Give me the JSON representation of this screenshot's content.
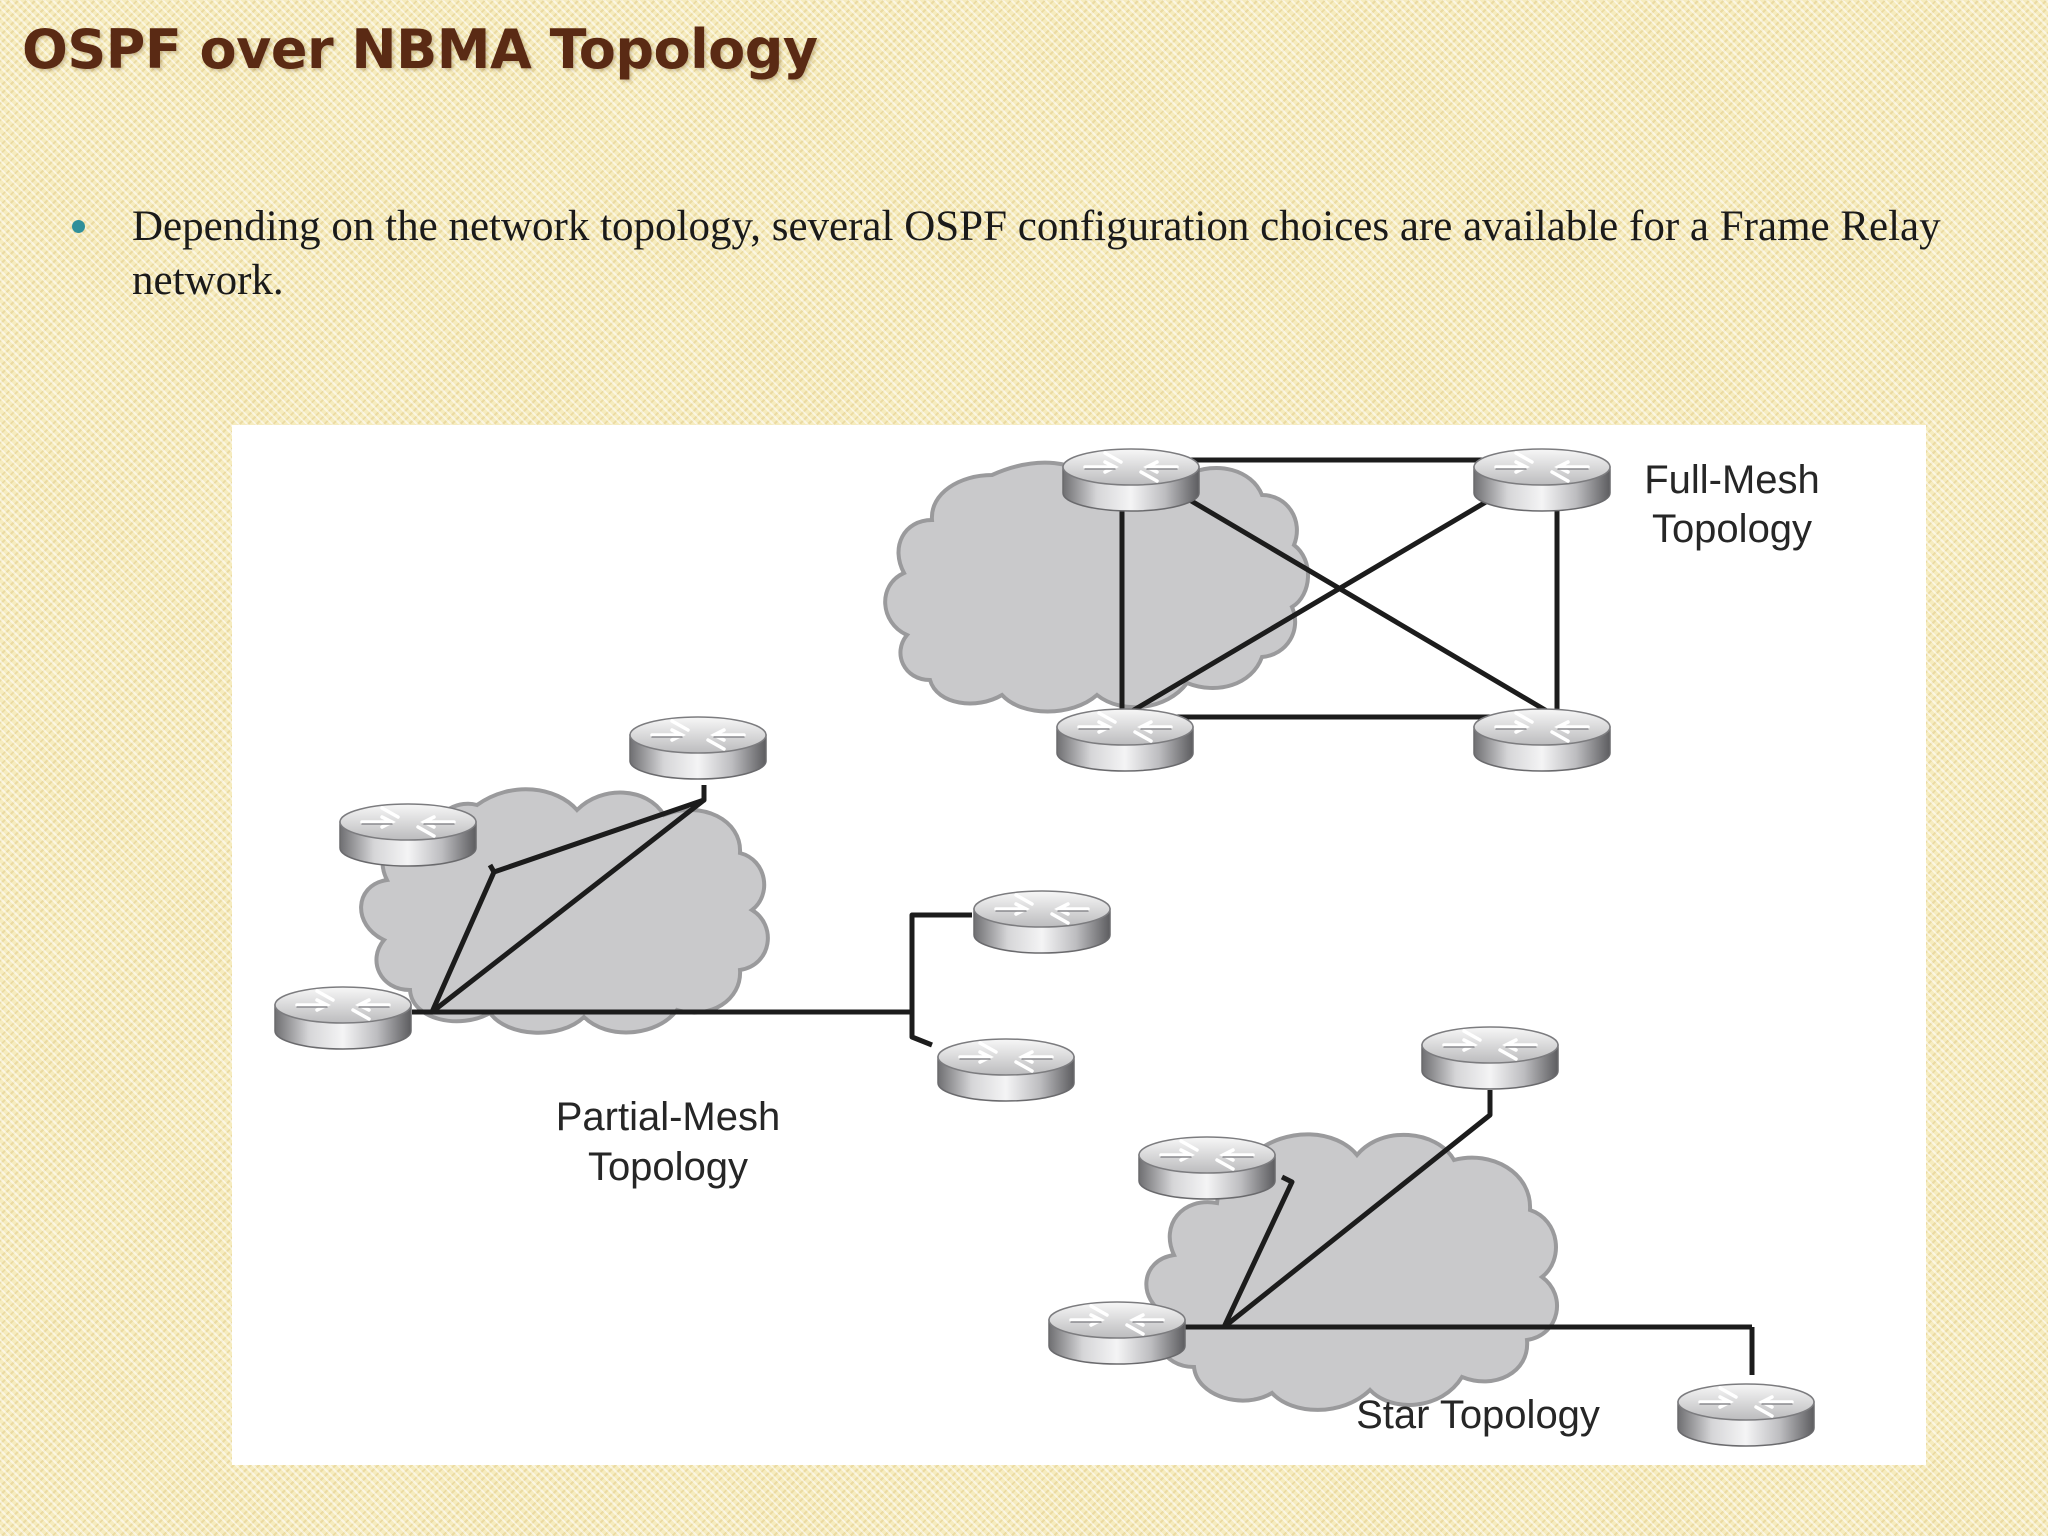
{
  "slide": {
    "title": "OSPF over NBMA Topology",
    "bullet": "Depending on the network topology, several OSPF configuration choices are available for a Frame Relay network."
  },
  "diagram": {
    "full_mesh": {
      "label_line1": "Full-Mesh",
      "label_line2": "Topology"
    },
    "partial_mesh": {
      "label_line1": "Partial-Mesh",
      "label_line2": "Topology"
    },
    "star": {
      "label": "Star Topology"
    }
  },
  "colors": {
    "title": "#5a2a14",
    "bullet": "#2f8f9a",
    "cloud_fill": "#c9c9cb",
    "cloud_stroke": "#9a9a9c",
    "link": "#1c1c1c"
  },
  "icons": [
    "router-icon",
    "cloud-icon"
  ]
}
